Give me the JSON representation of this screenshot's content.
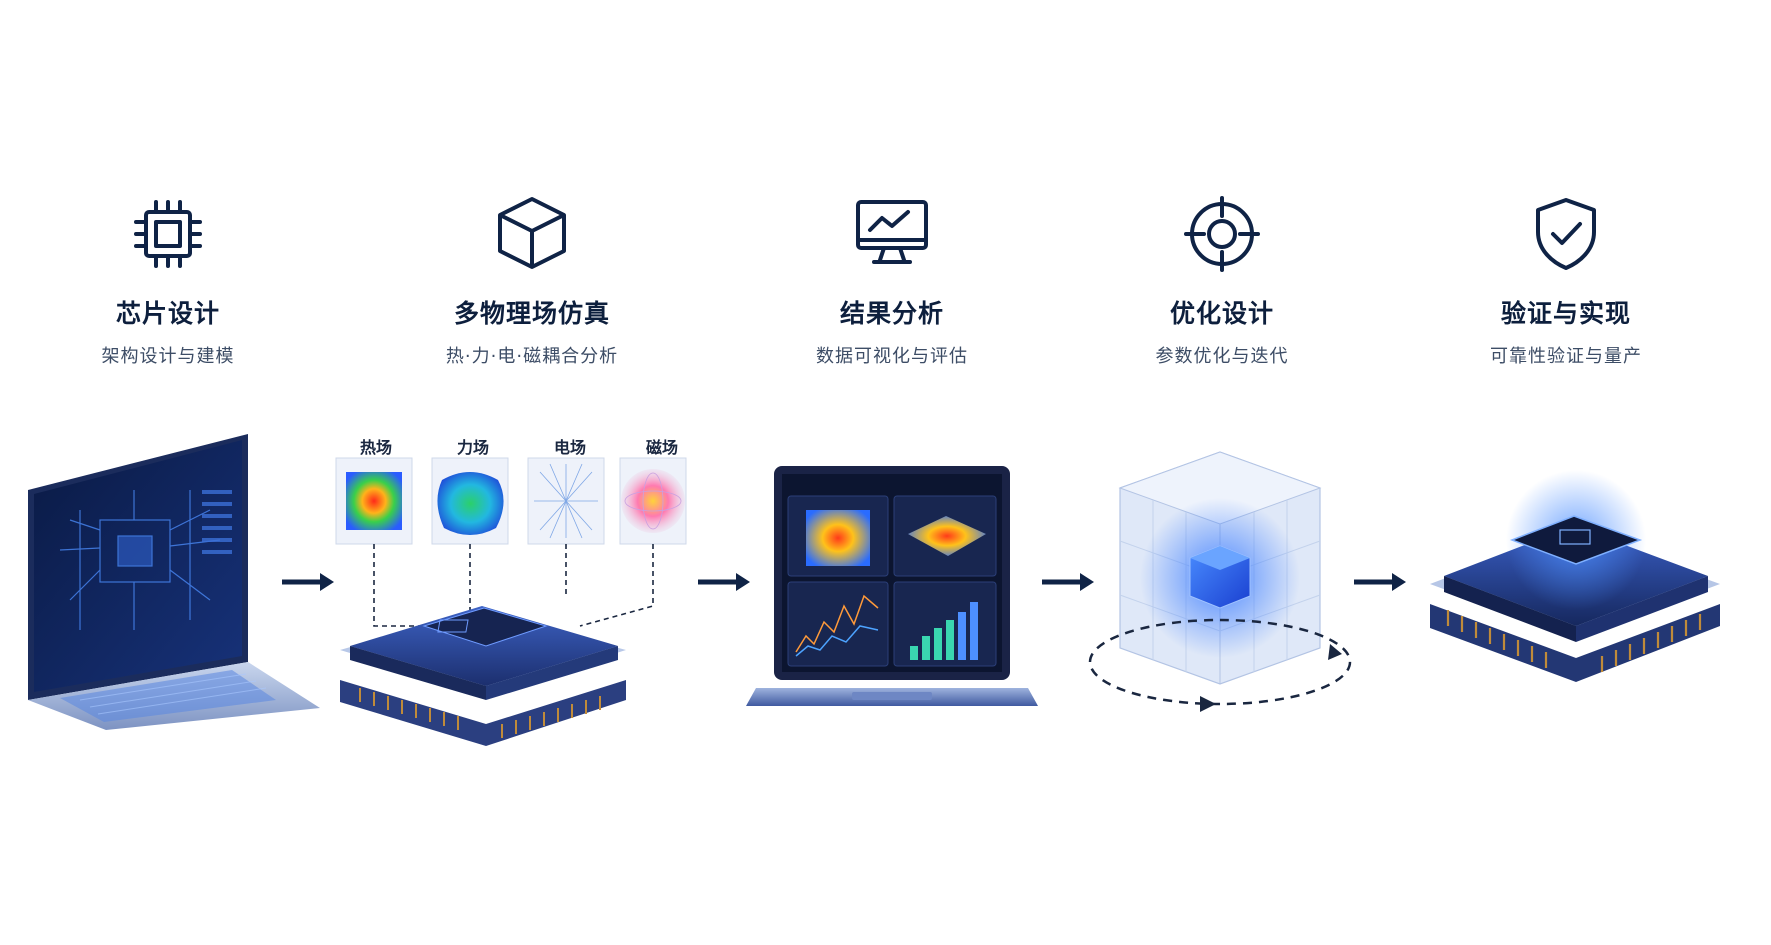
{
  "steps": [
    {
      "icon": "chip-icon",
      "title": "芯片设计",
      "subtitle": "架构设计与建模"
    },
    {
      "icon": "cube-icon",
      "title": "多物理场仿真",
      "subtitle": "热·力·电·磁耦合分析"
    },
    {
      "icon": "monitor-chart-icon",
      "title": "结果分析",
      "subtitle": "数据可视化与评估"
    },
    {
      "icon": "target-icon",
      "title": "优化设计",
      "subtitle": "参数优化与迭代"
    },
    {
      "icon": "shield-check-icon",
      "title": "验证与实现",
      "subtitle": "可靠性验证与量产"
    }
  ],
  "fields": [
    "热场",
    "力场",
    "电场",
    "磁场"
  ],
  "colors": {
    "title": "#0d1f3d",
    "subtitle": "#3d4d66",
    "icon": "#0f2346",
    "accent": "#1f5fd6",
    "arrow": "#0f2346"
  }
}
